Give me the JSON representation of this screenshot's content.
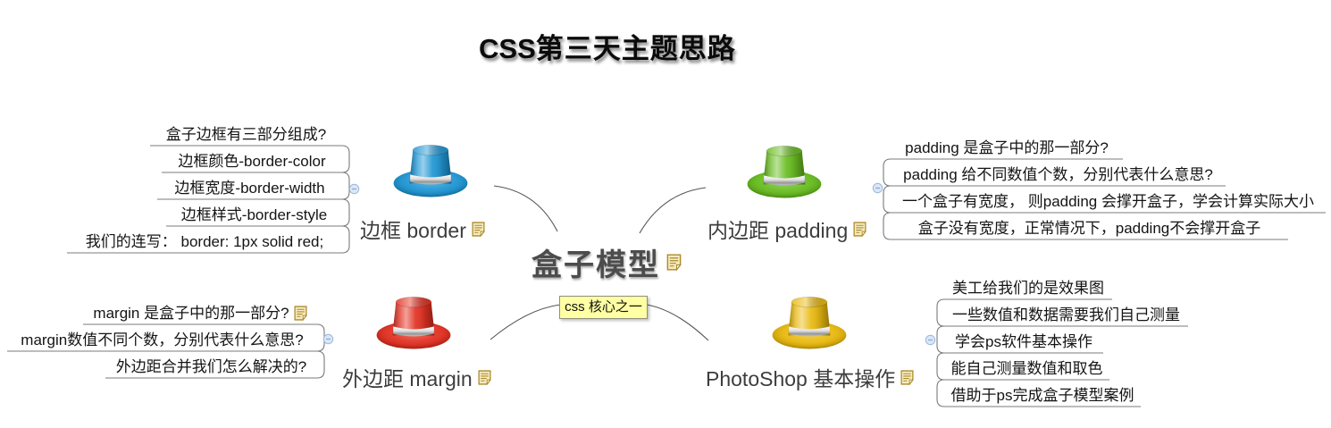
{
  "title": {
    "en": "CSS",
    "zh": "第三天主题思路"
  },
  "central": {
    "label": "盒子模型",
    "tag": "css 核心之一"
  },
  "branches": [
    {
      "id": "border",
      "label": "边框 border",
      "hat": "blue",
      "items": [
        "盒子边框有三部分组成?",
        "边框颜色-border-color",
        "边框宽度-border-width",
        "边框样式-border-style",
        "我们的连写：  border: 1px solid red;"
      ]
    },
    {
      "id": "padding",
      "label": "内边距 padding",
      "hat": "green",
      "items": [
        "padding 是盒子中的那一部分?",
        "padding 给不同数值个数，分别代表什么意思?",
        "一个盒子有宽度， 则padding 会撑开盒子，学会计算实际大小",
        "盒子没有宽度，正常情况下，padding不会撑开盒子"
      ]
    },
    {
      "id": "margin",
      "label": "外边距 margin",
      "hat": "red",
      "items": [
        "margin 是盒子中的那一部分?",
        "margin数值不同个数，分别代表什么意思?",
        "外边距合并我们怎么解决的?"
      ]
    },
    {
      "id": "photoshop",
      "label": "PhotoShop 基本操作",
      "hat": "yellow",
      "items": [
        "美工给我们的是效果图",
        "一些数值和数据需要我们自己测量",
        "学会ps软件基本操作",
        "能自己测量数值和取色",
        "借助于ps完成盒子模型案例"
      ]
    }
  ],
  "colors": {
    "hat_blue": "#1f96d4",
    "hat_green": "#68bd20",
    "hat_red": "#e33022",
    "hat_yellow": "#e9b90e",
    "tag_bg": "#ffffa3",
    "line": "#555555",
    "underline": "#7b7b7b"
  },
  "icons": {
    "note": "note-icon (yellow sticky note with folded corner)",
    "collapse": "collapse-minus-icon (small blue circle with minus)"
  }
}
